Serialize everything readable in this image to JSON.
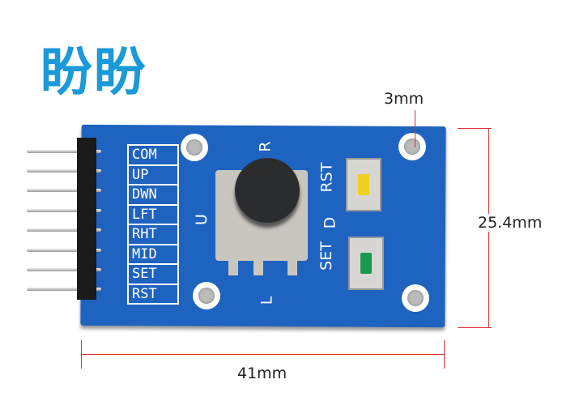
{
  "title": "盼盼",
  "pin_labels": [
    "COM",
    "UP",
    "DWN",
    "LFT",
    "RHT",
    "MID",
    "SET",
    "RST"
  ],
  "silkscreen": {
    "up": "U",
    "right": "R",
    "down": "D",
    "left": "L",
    "rst": "RST",
    "set": "SET"
  },
  "dimensions": {
    "hole": "3mm",
    "height": "25.4mm",
    "width": "41mm"
  },
  "colors": {
    "title": "#1a9ad8",
    "board": "#1f63c0",
    "dimension_line": "#e03030",
    "rst_button": "#f0d020",
    "set_button": "#1a9a50"
  }
}
